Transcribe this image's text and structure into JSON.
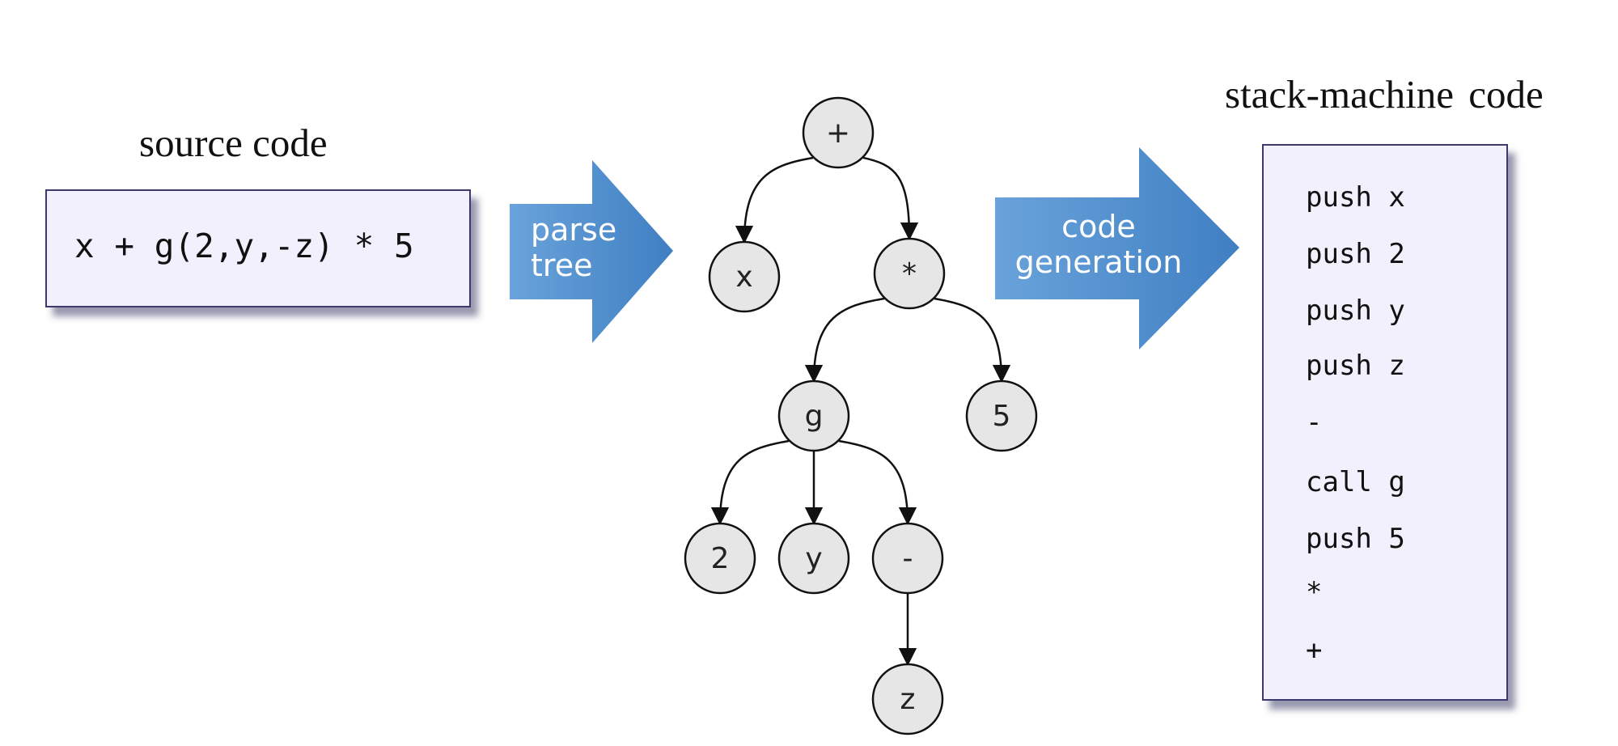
{
  "titles": {
    "source": "source code",
    "stack": "stack-machine code"
  },
  "source_code": "x + g(2,y,-z) * 5",
  "arrows": {
    "parse": [
      "parse",
      "tree"
    ],
    "codegen": [
      "code",
      "generation"
    ]
  },
  "colors": {
    "arrow_fill": "#5b95cf",
    "box_fill": "#f1f0fc",
    "node_fill": "#e6e6e6"
  },
  "tree": {
    "nodes": [
      {
        "id": "plus",
        "label": "+"
      },
      {
        "id": "x",
        "label": "x"
      },
      {
        "id": "times",
        "label": "*"
      },
      {
        "id": "g",
        "label": "g"
      },
      {
        "id": "five",
        "label": "5"
      },
      {
        "id": "two",
        "label": "2"
      },
      {
        "id": "y",
        "label": "y"
      },
      {
        "id": "minus",
        "label": "-"
      },
      {
        "id": "z",
        "label": "z"
      }
    ],
    "edges": [
      [
        "plus",
        "x"
      ],
      [
        "plus",
        "times"
      ],
      [
        "times",
        "g"
      ],
      [
        "times",
        "five"
      ],
      [
        "g",
        "two"
      ],
      [
        "g",
        "y"
      ],
      [
        "g",
        "minus"
      ],
      [
        "minus",
        "z"
      ]
    ]
  },
  "stack_code": [
    "push x",
    "push 2",
    "push y",
    "push z",
    "-",
    "call g",
    "push 5",
    "*",
    "+"
  ]
}
